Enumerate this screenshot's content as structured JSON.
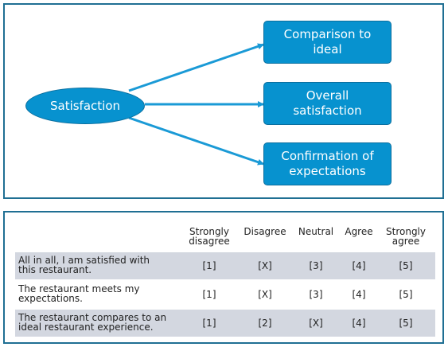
{
  "diagram": {
    "source": {
      "label": "Satisfaction"
    },
    "targets": [
      {
        "label": "Comparison to\nideal"
      },
      {
        "label": "Overall\nsatisfaction"
      },
      {
        "label": "Confirmation of\nexpectations"
      }
    ],
    "colors": {
      "node_fill": "#0792cf",
      "node_border": "#0a6e9e",
      "arrow": "#1a9ad6",
      "frame": "#1f6f93",
      "row_shade": "#d3d7e0"
    }
  },
  "survey": {
    "columns": [
      "Strongly\ndisagree",
      "Disagree",
      "Neutral",
      "Agree",
      "Strongly\nagree"
    ],
    "rows": [
      {
        "statement": "All in all, I am satisfied with\nthis restaurant.",
        "cells": [
          "[1]",
          "[X]",
          "[3]",
          "[4]",
          "[5]"
        ]
      },
      {
        "statement": "The restaurant meets my\nexpectations.",
        "cells": [
          "[1]",
          "[X]",
          "[3]",
          "[4]",
          "[5]"
        ]
      },
      {
        "statement": "The restaurant compares to an\nideal restaurant experience.",
        "cells": [
          "[1]",
          "[2]",
          "[X]",
          "[4]",
          "[5]"
        ]
      }
    ]
  }
}
